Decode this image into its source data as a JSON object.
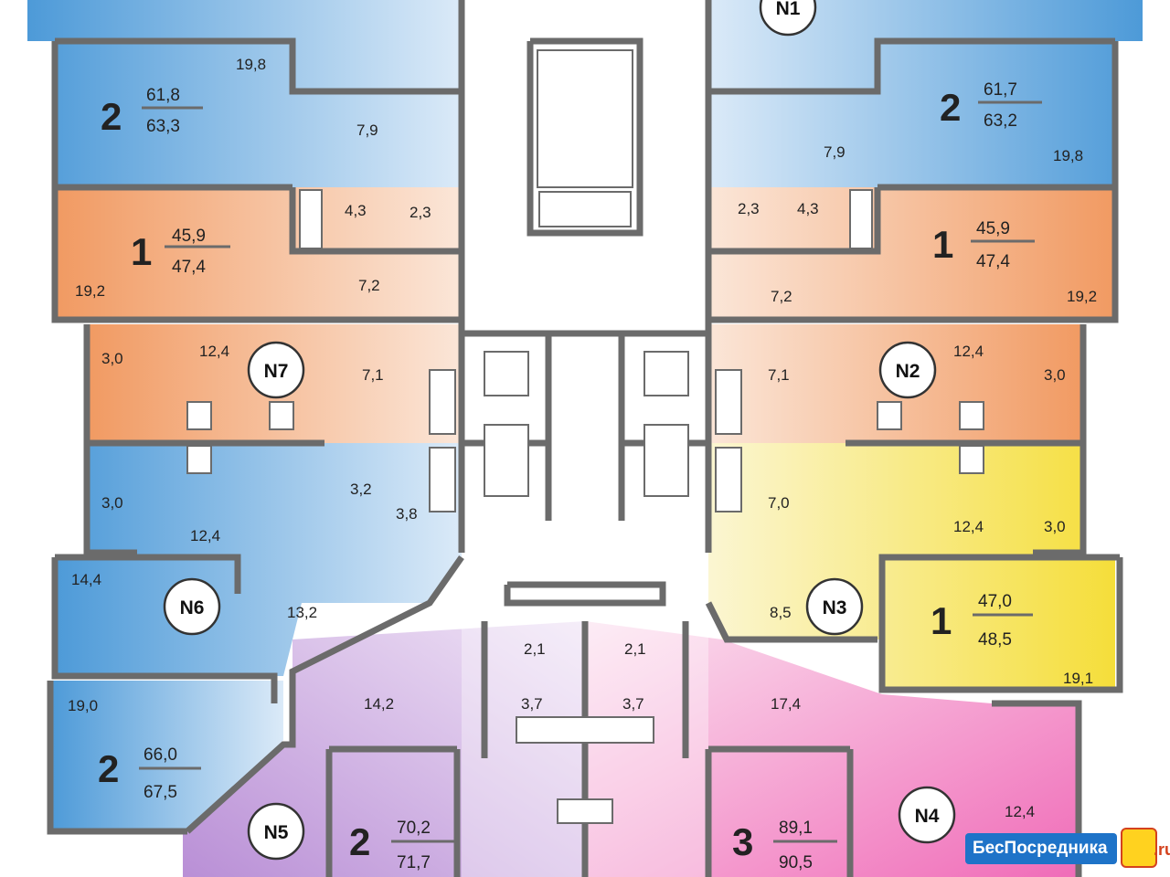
{
  "apartments": [
    {
      "id": "N1",
      "badge": "N1",
      "rooms": "2",
      "living": "61,7",
      "total": "63,2",
      "areas": [
        "19,8",
        "7,9",
        "2,3",
        "4,3"
      ]
    },
    {
      "id": "N1b",
      "rooms": "1",
      "living": "45,9",
      "total": "47,4",
      "areas": [
        "19,2",
        "7,2"
      ]
    },
    {
      "id": "N2",
      "badge": "N2",
      "areas": [
        "12,4",
        "3,0",
        "7,1"
      ]
    },
    {
      "id": "N3",
      "badge": "N3",
      "rooms": "1",
      "living": "47,0",
      "total": "48,5",
      "areas": [
        "12,4",
        "3,0",
        "7,0",
        "8,5",
        "19,1"
      ]
    },
    {
      "id": "N4",
      "badge": "N4",
      "rooms": "3",
      "living": "89,1",
      "total": "90,5",
      "areas": [
        "17,4",
        "12,4",
        "2,1",
        "3,7"
      ]
    },
    {
      "id": "N5",
      "badge": "N5",
      "rooms": "2",
      "living": "70,2",
      "total": "71,7",
      "areas": [
        "14,2",
        "2,1",
        "3,7"
      ]
    },
    {
      "id": "N6",
      "badge": "N6",
      "rooms": "2",
      "living": "66,0",
      "total": "67,5",
      "areas": [
        "14,4",
        "13,2",
        "19,0",
        "3,0",
        "12,4",
        "3,2",
        "3,8"
      ]
    },
    {
      "id": "N7",
      "badge": "N7",
      "areas": [
        "12,4",
        "3,0",
        "7,1"
      ]
    },
    {
      "id": "N8",
      "rooms": "2",
      "living": "61,8",
      "total": "63,3",
      "areas": [
        "19,8",
        "7,9",
        "4,3",
        "2,3"
      ]
    },
    {
      "id": "N8b",
      "rooms": "1",
      "living": "45,9",
      "total": "47,4",
      "areas": [
        "19,2",
        "7,2"
      ]
    }
  ],
  "watermark": {
    "text": "БесПосредника",
    "suffix": ".ru"
  },
  "colors": {
    "blue": "#5ba6de",
    "orange": "#f2a878",
    "yellow": "#f6e35a",
    "violet": "#c9a6dc",
    "pink": "#f28cc4",
    "wall": "#6b6b6b"
  }
}
